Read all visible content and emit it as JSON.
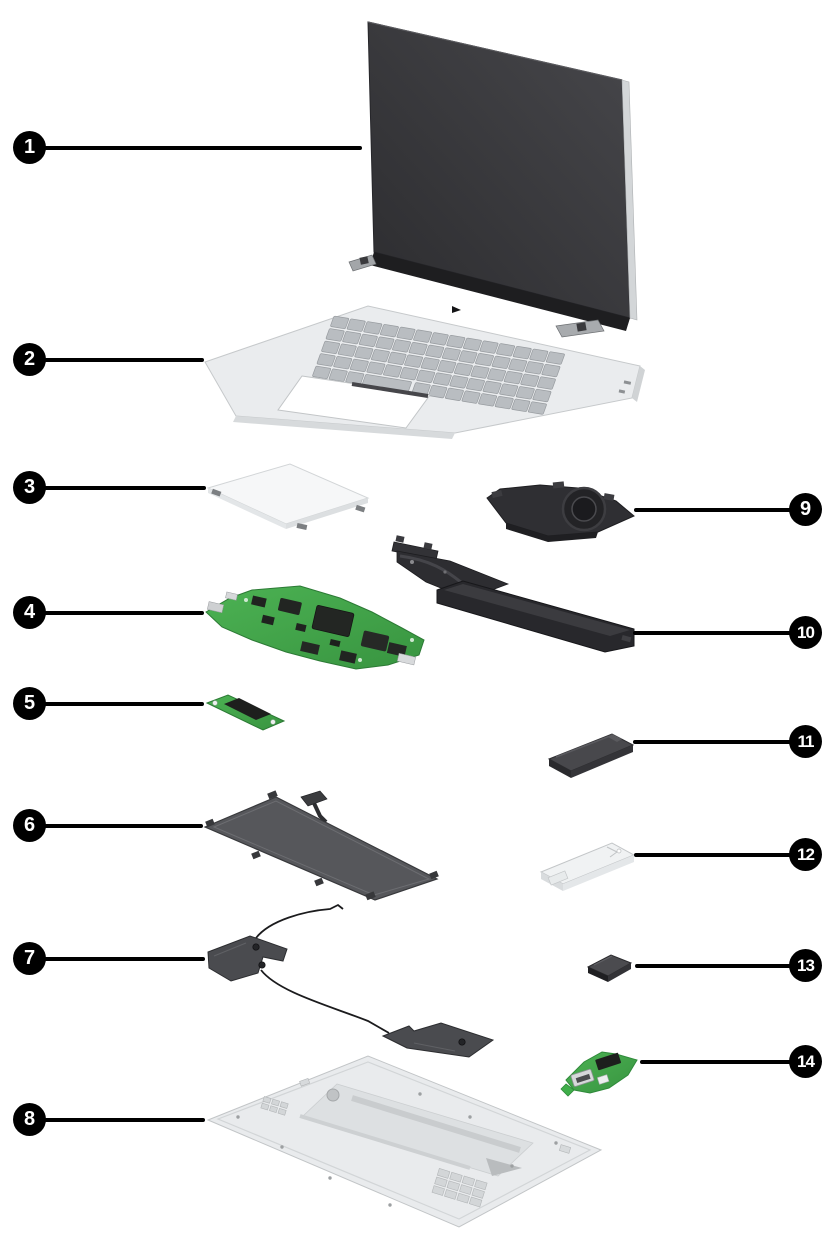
{
  "figure": {
    "kind": "laptop-exploded-parts-diagram",
    "background": "#ffffff"
  },
  "colors": {
    "callout_bg": "#000000",
    "callout_text": "#ffffff",
    "leader_line": "#000000",
    "pcb_green": "#3fa34a",
    "chassis_silver": "#eaecee",
    "panel_dark": "#39393c",
    "part_dark": "#2d2d30"
  },
  "callouts": [
    {
      "number": "1",
      "part": "display-assembly",
      "side": "left"
    },
    {
      "number": "2",
      "part": "keyboard-top-cover",
      "side": "left"
    },
    {
      "number": "3",
      "part": "touchpad",
      "side": "left"
    },
    {
      "number": "4",
      "part": "system-board",
      "side": "left"
    },
    {
      "number": "5",
      "part": "sensor-board",
      "side": "left"
    },
    {
      "number": "6",
      "part": "battery",
      "side": "left"
    },
    {
      "number": "7",
      "part": "speakers",
      "side": "left"
    },
    {
      "number": "8",
      "part": "bottom-cover",
      "side": "left"
    },
    {
      "number": "9",
      "part": "fan",
      "side": "right"
    },
    {
      "number": "10",
      "part": "heat-sink",
      "side": "right"
    },
    {
      "number": "11",
      "part": "solid-state-drive",
      "side": "right"
    },
    {
      "number": "12",
      "part": "drive-bracket",
      "side": "right"
    },
    {
      "number": "13",
      "part": "wlan-module",
      "side": "right"
    },
    {
      "number": "14",
      "part": "usb-board",
      "side": "right"
    }
  ]
}
